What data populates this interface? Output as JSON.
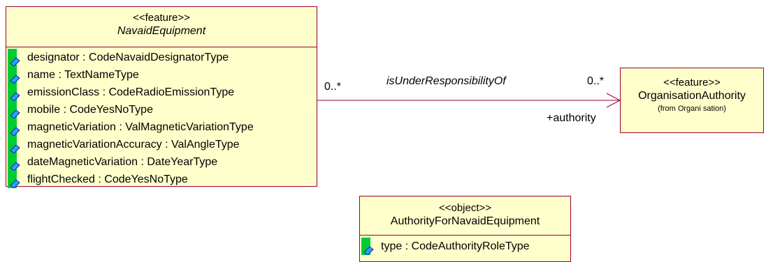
{
  "classes": {
    "navaid": {
      "stereotype": "<<feature>>",
      "name": "NavaidEquipment",
      "attributes": [
        "designator : CodeNavaidDesignatorType",
        "name : TextNameType",
        "emissionClass : CodeRadioEmissionType",
        "mobile : CodeYesNoType",
        "magneticVariation : ValMagneticVariationType",
        "magneticVariationAccuracy : ValAngleType",
        "dateMagneticVariation : DateYearType",
        "flightChecked : CodeYesNoType"
      ]
    },
    "org": {
      "stereotype": "<<feature>>",
      "name": "OrganisationAuthority",
      "from": "(from Organi sation)"
    },
    "authority": {
      "stereotype": "<<object>>",
      "name": "AuthorityForNavaidEquipment",
      "attributes": [
        "type : CodeAuthorityRoleType"
      ]
    }
  },
  "association": {
    "name": "isUnderResponsibilityOf",
    "source_multiplicity": "0..*",
    "target_multiplicity": "0..*",
    "target_role": "+authority"
  },
  "colors": {
    "box_fill": "#ffffcc",
    "box_border": "#990033",
    "icon_green": "#00cc33",
    "icon_blue": "#3399ff"
  }
}
